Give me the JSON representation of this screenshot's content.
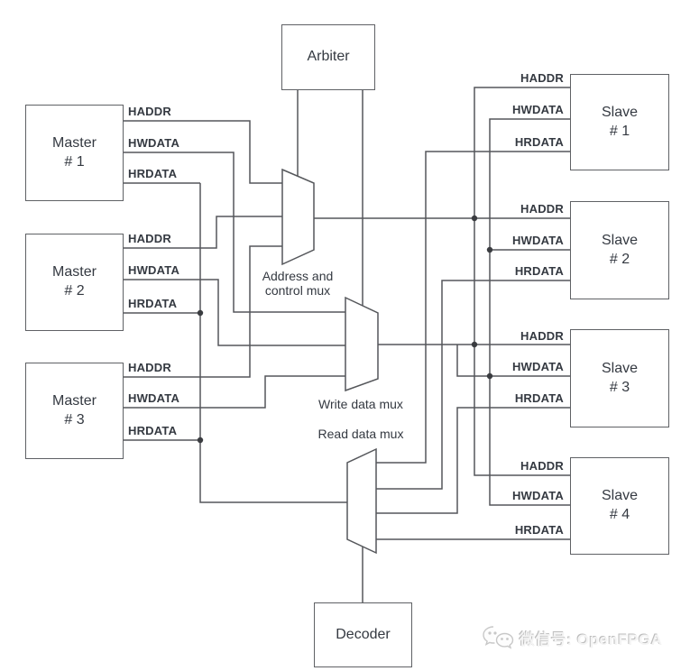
{
  "arbiter": {
    "label": "Arbiter"
  },
  "decoder": {
    "label": "Decoder"
  },
  "masters": [
    {
      "line1": "Master",
      "line2": "# 1",
      "haddr": "HADDR",
      "hwdata": "HWDATA",
      "hrdata": "HRDATA"
    },
    {
      "line1": "Master",
      "line2": "# 2",
      "haddr": "HADDR",
      "hwdata": "HWDATA",
      "hrdata": "HRDATA"
    },
    {
      "line1": "Master",
      "line2": "# 3",
      "haddr": "HADDR",
      "hwdata": "HWDATA",
      "hrdata": "HRDATA"
    }
  ],
  "slaves": [
    {
      "line1": "Slave",
      "line2": "# 1",
      "haddr": "HADDR",
      "hwdata": "HWDATA",
      "hrdata": "HRDATA"
    },
    {
      "line1": "Slave",
      "line2": "# 2",
      "haddr": "HADDR",
      "hwdata": "HWDATA",
      "hrdata": "HRDATA"
    },
    {
      "line1": "Slave",
      "line2": "# 3",
      "haddr": "HADDR",
      "hwdata": "HWDATA",
      "hrdata": "HRDATA"
    },
    {
      "line1": "Slave",
      "line2": "# 4",
      "haddr": "HADDR",
      "hwdata": "HWDATA",
      "hrdata": "HRDATA"
    }
  ],
  "muxes": {
    "address_line1": "Address and",
    "address_line2": "control mux",
    "write": "Write data mux",
    "read": "Read data mux"
  },
  "watermark": {
    "text": "微信号: OpenFPGA"
  },
  "colors": {
    "wire": "#55575b",
    "text": "#343941",
    "box_border": "#5f6165",
    "dot": "#3a3c40",
    "watermark": "#f4f4f4",
    "watermark_shadow": "#bdbdbd",
    "bg": "#ffffff"
  }
}
